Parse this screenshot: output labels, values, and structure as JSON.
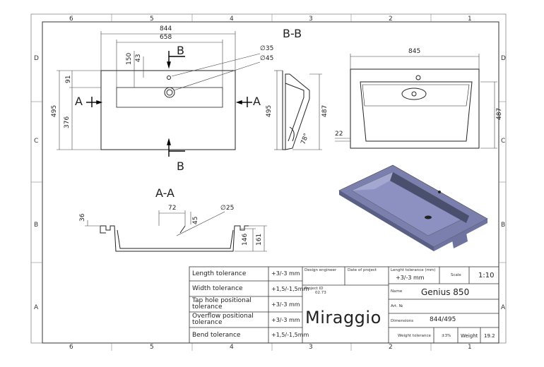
{
  "zones": {
    "cols": [
      "6",
      "5",
      "4",
      "3",
      "2",
      "1"
    ],
    "rows": [
      "D",
      "C",
      "B",
      "A"
    ]
  },
  "sections": {
    "bb_title": "B-B",
    "aa_title": "A-A",
    "cut_b": "B",
    "cut_a": "A"
  },
  "dims": {
    "w844": "844",
    "w658": "658",
    "d35": "∅35",
    "d45": "∅45",
    "h150": "150",
    "h43": "43",
    "h91": "91",
    "h495": "495",
    "h376": "376",
    "s495": "495",
    "s487": "487",
    "s78": "78°",
    "r845": "845",
    "r487": "487",
    "r22": "22",
    "a72": "72",
    "a45": "45",
    "a25": "∅25",
    "a36": "36",
    "a146": "146",
    "a161": "161"
  },
  "tolerances": [
    {
      "label": "Length tolerance",
      "value": "+3/-3 mm"
    },
    {
      "label": "Width tolerance",
      "value": "+1,5/-1,5mm"
    },
    {
      "label": "Tap hole positional tolerance",
      "value": "+3/-3 mm"
    },
    {
      "label": "Overflow positional tolerance",
      "value": "+3/-3 mm"
    },
    {
      "label": "Bend tolerance",
      "value": "+1,5/-1,5mm"
    }
  ],
  "title_block": {
    "design_engineer": "Design engineer",
    "date_of_project": "Date of project",
    "project_id_label": "Project ID",
    "project_id": "02.73",
    "length_tol_label": "Lenght tolerance (mm)",
    "length_tol_value": "+3/-3 mm",
    "scale_label": "Scale",
    "scale_value": "1:10",
    "name_label": "Name",
    "name_value": "Genius 850",
    "art_label": "Art. №",
    "dimensions_label": "Dimensions",
    "dimensions_value": "844/495",
    "weight_tol_label": "Weight tolerance",
    "weight_tol_value": "±3%",
    "weight_label": "Weight",
    "weight_value": "19.2",
    "brand": "Miraggio"
  }
}
